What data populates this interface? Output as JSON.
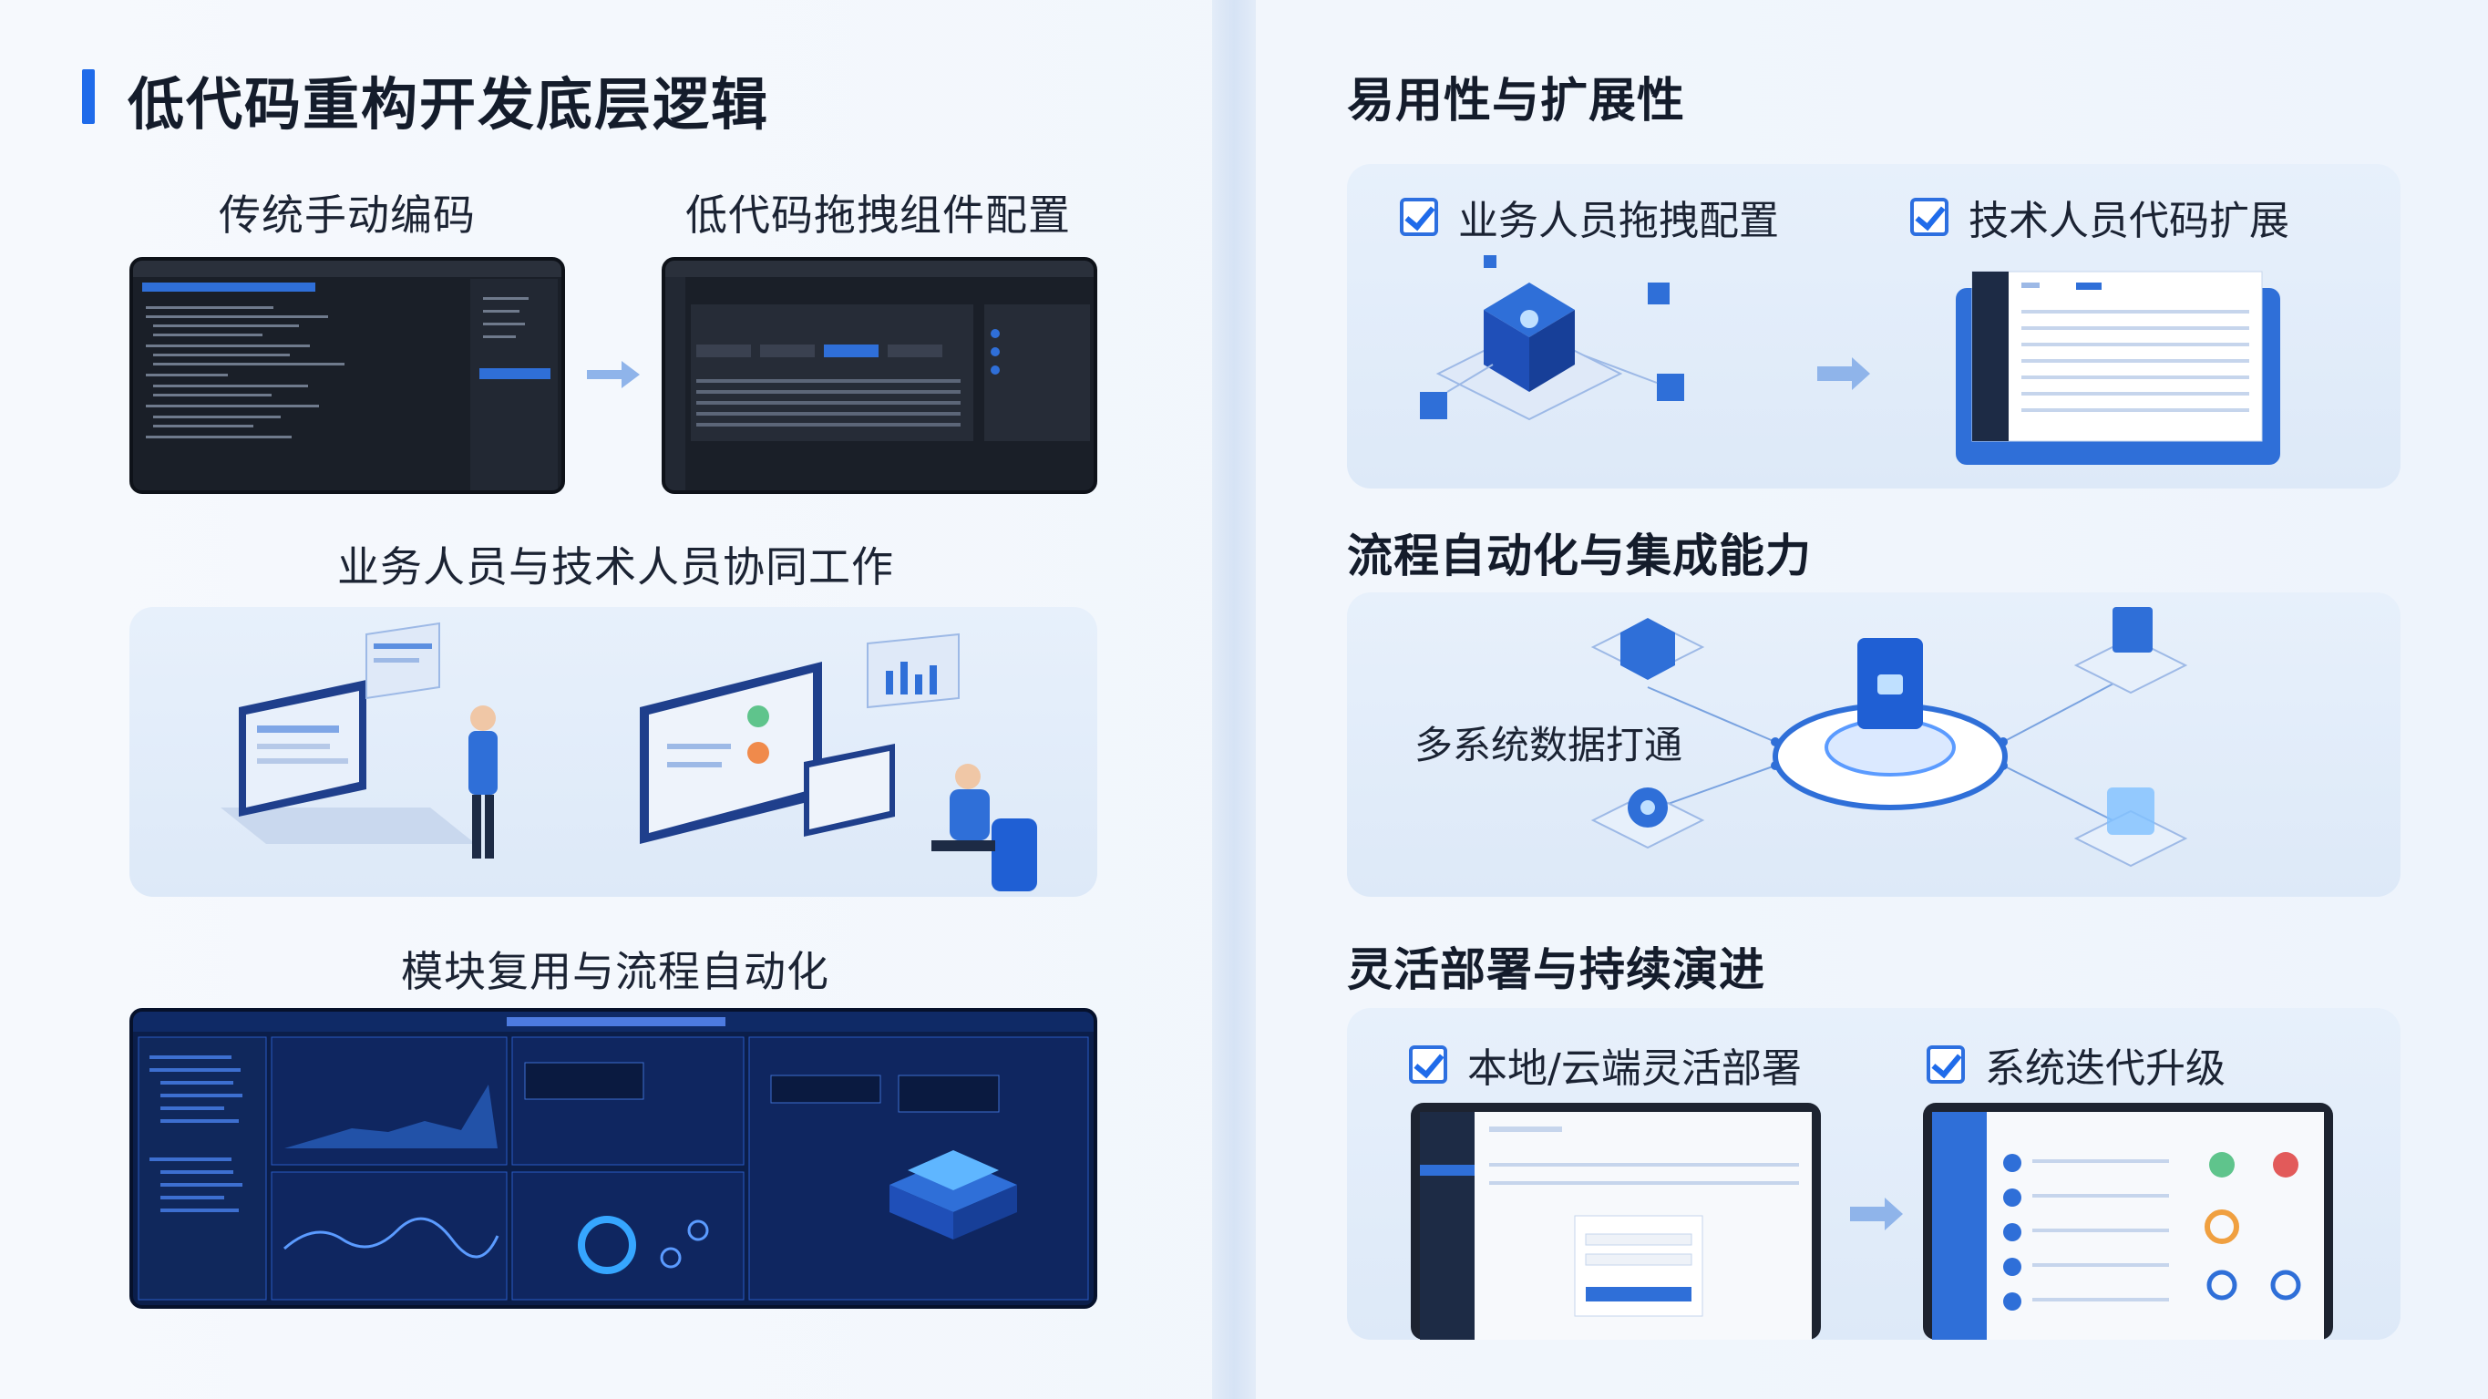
{
  "left": {
    "title": "低代码重构开发底层逻辑",
    "traditional_label": "传统手动编码",
    "lowcode_label": "低代码拖拽组件配置",
    "collab_label": "业务人员与技术人员协同工作",
    "module_label": "模块复用与流程自动化"
  },
  "right": {
    "usability_title": "易用性与扩展性",
    "check_business_drag": "业务人员拖拽配置",
    "check_tech_code": "技术人员代码扩展",
    "process_title": "流程自动化与集成能力",
    "data_link_label": "多系统数据打通",
    "deploy_title": "灵活部署与持续演进",
    "check_local_cloud": "本地/云端灵活部署",
    "check_iteration": "系统迭代升级"
  },
  "colors": {
    "accent": "#1f6bea",
    "dark_screen": "#1a1f28",
    "panel": "#e3edf9"
  }
}
